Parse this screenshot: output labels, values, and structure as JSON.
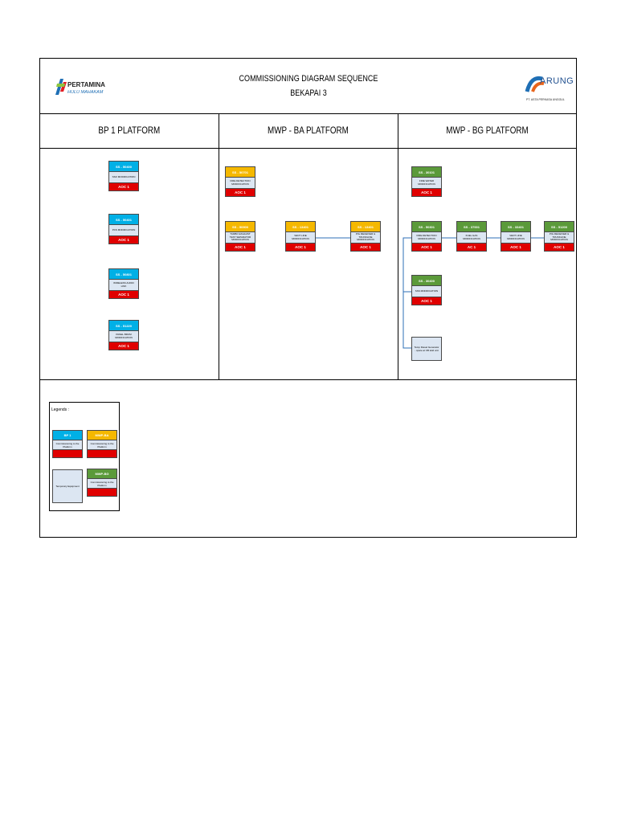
{
  "header": {
    "title_line1": "COMMISSIONING DIAGRAM SEQUENCE",
    "title_line2": "BEKAPAI 3",
    "left_logo_text1": "PERTAMINA",
    "left_logo_text2": "HULU MAHAKAM",
    "right_logo_text1": "ARUNG",
    "right_logo_text2": "PT. ASTA PERKASA UNGGUL"
  },
  "columns": [
    {
      "label": "BP 1 PLATFORM"
    },
    {
      "label": "MWP - BA PLATFORM"
    },
    {
      "label": "MWP - BG PLATFORM"
    }
  ],
  "colors": {
    "bp": "#00b0e6",
    "ba": "#f5b800",
    "bg": "#5b9a3a",
    "status": "#e00000",
    "body": "#dce6f2"
  },
  "boxes": {
    "bp1": {
      "id": "SS - 50400",
      "desc": "SSO MODIFICATION",
      "status": "AOC 1"
    },
    "bp2": {
      "id": "SS - 50401",
      "desc": "PCS MODIFICATION",
      "status": "AOC 1"
    },
    "bp3": {
      "id": "SS - 50801",
      "desc": "WIRELESS AUDIO LINK",
      "status": "AOC 1"
    },
    "bp4": {
      "id": "SS - 51220",
      "desc": "PANEL BRUM MODIFICATION",
      "status": "AOC 1"
    },
    "ba1": {
      "id": "SS - 50701",
      "desc": "FIRE DETECTION MODIFICATION",
      "status": "AOC 1"
    },
    "ba2": {
      "id": "SS - 50900",
      "desc": "TURBO EXHAUST TEST SEPARATOR MODIFICATION",
      "status": "AOC 1"
    },
    "ba3": {
      "id": "SS - 13401",
      "desc": "VENT LINE MODIFICATION",
      "status": "AOC 1"
    },
    "ba4": {
      "id": "SS - 13401",
      "desc": "PIG RECEIVER & TRUNKLINE MODIFICATION",
      "status": "AOC 1"
    },
    "bg1": {
      "id": "SS - 30101",
      "desc": "FIRE WATER MODIFICATION",
      "status": "AOC 1"
    },
    "bg2": {
      "id": "SS - 50301",
      "desc": "FIRE DETECTION MODIFICATION",
      "status": "AOC 1"
    },
    "bg3": {
      "id": "SS - 37001",
      "desc": "FUEL GAS MODIFICATION",
      "status": "AC 1"
    },
    "bg4": {
      "id": "SS - 33401",
      "desc": "VENT LINE MODIFICATION",
      "status": "AOC 1"
    },
    "bg5": {
      "id": "SS - 51200",
      "desc": "PIG RECEIVER & TRUNKLINE MODIFICATION",
      "status": "AOC 1"
    },
    "bg6": {
      "id": "SS - 30400",
      "desc": "SSS MODIFICATION",
      "status": "AOC 1"
    }
  },
  "temp_box": {
    "text": "Temp Diesel Generator - spare at CB skid unit"
  },
  "legend": {
    "title": "Legends :",
    "bp_head": "BP 1",
    "bp_desc": "Commissioning to the Platform",
    "ba_head": "MWP-BA",
    "ba_desc": "Commissioning to the Platform",
    "temp_desc": "Temporary Equipment",
    "bg_head": "MWP-BG",
    "bg_desc": "Commissioning to the Platform"
  }
}
